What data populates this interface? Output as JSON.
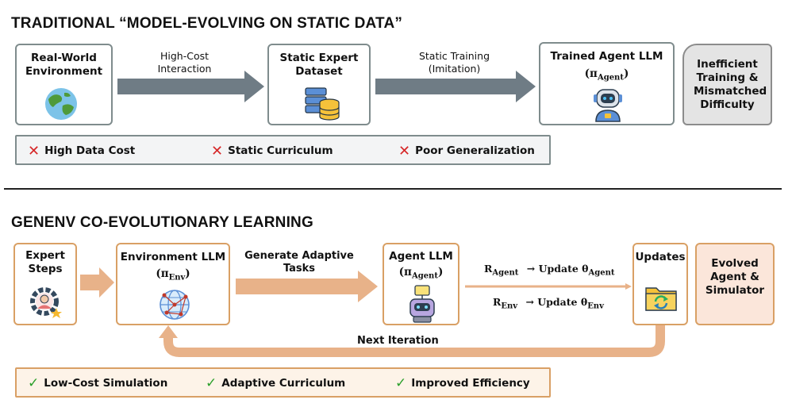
{
  "top": {
    "title": "TRADITIONAL “MODEL-EVOLVING ON STATIC DATA”",
    "nodes": {
      "real_world": "Real-World Environment",
      "dataset": "Static Expert Dataset",
      "agent_title": "Trained Agent LLM",
      "agent_pi": "π",
      "agent_sub": "Agent"
    },
    "arrows": {
      "interaction": "High-Cost Interaction",
      "training": "Static Training (Imitation)"
    },
    "outcome": "Inefficient Training & Mismatched Difficulty",
    "issues": [
      "High Data Cost",
      "Static Curriculum",
      "Poor Generalization"
    ]
  },
  "bottom": {
    "title": "GENENV CO-EVOLUTIONARY LEARNING",
    "nodes": {
      "expert": "Expert Steps",
      "env_title": "Environment LLM",
      "env_pi": "π",
      "env_sub": "Env",
      "agent_title": "Agent LLM",
      "agent_pi": "π",
      "agent_sub": "Agent",
      "updates": "Updates",
      "evolved": "Evolved Agent & Simulator"
    },
    "arrows": {
      "generate": "Generate Adaptive Tasks",
      "next": "Next Iteration"
    },
    "rewards": {
      "r1_r": "R",
      "r1_sub": "Agent",
      "r1_arrow": "→ Update θ",
      "r1_theta_sub": "Agent",
      "r2_r": "R",
      "r2_sub": "Env",
      "r2_arrow": "→ Update θ",
      "r2_theta_sub": "Env"
    },
    "benefits": [
      "Low-Cost Simulation",
      "Adaptive Curriculum",
      "Improved Efficiency"
    ]
  },
  "colors": {
    "gray_border": "#7f8c8d",
    "orange_border": "#d9a065",
    "gray_arrow": "#6f7c85",
    "orange_arrow": "#e8b289",
    "cross": "#d62728",
    "check": "#2ca02c"
  }
}
